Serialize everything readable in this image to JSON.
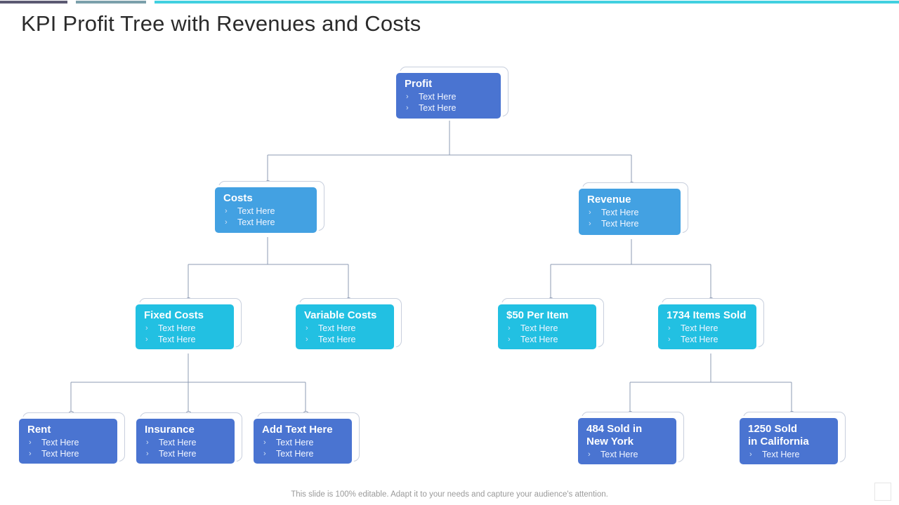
{
  "topbar": {
    "segments": [
      {
        "name": "segment-slate",
        "color": "#5b5a72"
      },
      {
        "name": "segment-gray-teal",
        "color": "#7ba0ab"
      },
      {
        "name": "segment-cyan",
        "color": "#41d0e0"
      }
    ]
  },
  "header": {
    "title": "KPI Profit Tree with Revenues and Costs"
  },
  "chart_data": {
    "type": "tree",
    "title": "KPI Profit Tree with Revenues and Costs",
    "colors": {
      "navy": "#4a74d1",
      "blue": "#43a1e2",
      "cyan": "#22c0e2",
      "connector": "#8e9bb3"
    },
    "nodes": [
      {
        "id": "profit",
        "title": "Profit",
        "level": 1,
        "color": "navy",
        "bullets": [
          "Text Here",
          "Text Here"
        ],
        "parent": null
      },
      {
        "id": "costs",
        "title": "Costs",
        "level": 2,
        "color": "blue",
        "bullets": [
          "Text Here",
          "Text Here"
        ],
        "parent": "profit"
      },
      {
        "id": "revenue",
        "title": "Revenue",
        "level": 2,
        "color": "blue",
        "bullets": [
          "Text Here",
          "Text Here"
        ],
        "parent": "profit"
      },
      {
        "id": "fixed",
        "title": "Fixed Costs",
        "level": 3,
        "color": "cyan",
        "bullets": [
          "Text Here",
          "Text Here"
        ],
        "parent": "costs"
      },
      {
        "id": "variable",
        "title": "Variable Costs",
        "level": 3,
        "color": "cyan",
        "bullets": [
          "Text Here",
          "Text Here"
        ],
        "parent": "costs"
      },
      {
        "id": "peritem",
        "title": "$50 Per Item",
        "level": 3,
        "color": "cyan",
        "bullets": [
          "Text Here",
          "Text Here"
        ],
        "parent": "revenue"
      },
      {
        "id": "itemssold",
        "title": "1734 Items  Sold",
        "level": 3,
        "color": "cyan",
        "bullets": [
          "Text Here",
          "Text Here"
        ],
        "parent": "revenue"
      },
      {
        "id": "rent",
        "title": "Rent",
        "level": 4,
        "color": "navy",
        "bullets": [
          "Text Here",
          "Text Here"
        ],
        "parent": "fixed"
      },
      {
        "id": "insurance",
        "title": "Insurance",
        "level": 4,
        "color": "navy",
        "bullets": [
          "Text Here",
          "Text Here"
        ],
        "parent": "fixed"
      },
      {
        "id": "addtext",
        "title": "Add  Text Here",
        "level": 4,
        "color": "navy",
        "bullets": [
          "Text Here",
          "Text Here"
        ],
        "parent": "fixed"
      },
      {
        "id": "newyork",
        "title": "484 Sold in\nNew York",
        "level": 4,
        "color": "navy",
        "bullets": [
          "Text Here"
        ],
        "parent": "itemssold"
      },
      {
        "id": "california",
        "title": "1250 Sold\nin California",
        "level": 4,
        "color": "navy",
        "bullets": [
          "Text Here"
        ],
        "parent": "itemssold"
      }
    ]
  },
  "nodes": {
    "profit": {
      "title": "Profit",
      "b1": "Text Here",
      "b2": "Text Here"
    },
    "costs": {
      "title": "Costs",
      "b1": "Text Here",
      "b2": "Text Here"
    },
    "revenue": {
      "title": "Revenue",
      "b1": "Text Here",
      "b2": "Text Here"
    },
    "fixed": {
      "title": "Fixed Costs",
      "b1": "Text Here",
      "b2": "Text Here"
    },
    "variable": {
      "title": "Variable Costs",
      "b1": "Text Here",
      "b2": "Text Here"
    },
    "peritem": {
      "title": "$50 Per Item",
      "b1": "Text Here",
      "b2": "Text Here"
    },
    "itemssold": {
      "title": "1734 Items  Sold",
      "b1": "Text Here",
      "b2": "Text Here"
    },
    "rent": {
      "title": "Rent",
      "b1": "Text Here",
      "b2": "Text Here"
    },
    "insurance": {
      "title": "Insurance",
      "b1": "Text Here",
      "b2": "Text Here"
    },
    "addtext": {
      "title": "Add  Text Here",
      "b1": "Text Here",
      "b2": "Text Here"
    },
    "newyork": {
      "title": "484 Sold in\nNew York",
      "b1": "Text Here"
    },
    "california": {
      "title": "1250 Sold\nin California",
      "b1": "Text Here"
    }
  },
  "bullet_icon": "›",
  "footer": {
    "note": "This slide is 100% editable. Adapt it to your needs and capture your audience's attention."
  }
}
